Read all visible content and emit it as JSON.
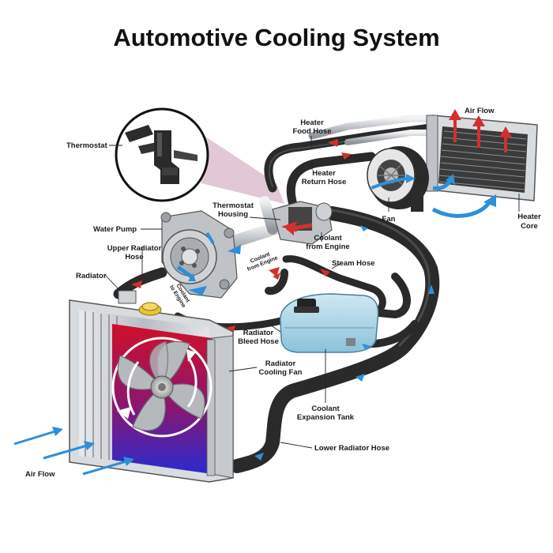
{
  "title": "Automotive Cooling System",
  "labels": {
    "thermostat": "Thermostat",
    "heater_food_hose": [
      "Heater",
      "Food Hose"
    ],
    "air_flow_top": "Air Flow",
    "heater_return_hose": [
      "Heater",
      "Return Hose"
    ],
    "thermostat_housing": [
      "Thermostat",
      "Housing"
    ],
    "fan": "Fan",
    "heater_core": [
      "Heater",
      "Core"
    ],
    "water_pump": "Water Pump",
    "upper_radiator_hose": [
      "Upper Radiator",
      "Hose"
    ],
    "coolant_from_engine": [
      "Coolant",
      "from Engine"
    ],
    "coolant_from_engine_small": [
      "Coolant",
      "from Engine"
    ],
    "steam_hose": "Steam Hose",
    "radiator": "Radiator",
    "coolant_to_engine": [
      "Coolant",
      "to Engine"
    ],
    "radiator_bleed_hose": [
      "Radiator",
      "Bleed Hose"
    ],
    "radiator_cooling_fan": [
      "Radiator",
      "Cooling Fan"
    ],
    "coolant_expansion_tank": [
      "Coolant",
      "Expansion Tank"
    ],
    "lower_radiator_hose": "Lower Radiator Hose",
    "air_flow_bottom": "Air Flow"
  },
  "colors": {
    "hose": "#2a2a2a",
    "hot_arrow": "#d32f2f",
    "cold_arrow": "#2f8fd8",
    "radiator_hot": "#c8102e",
    "radiator_cold": "#2a2acc",
    "tank": "#a9d4e6",
    "metal": "#c9cdd2",
    "zoom_cone": "#d8b6c8"
  }
}
